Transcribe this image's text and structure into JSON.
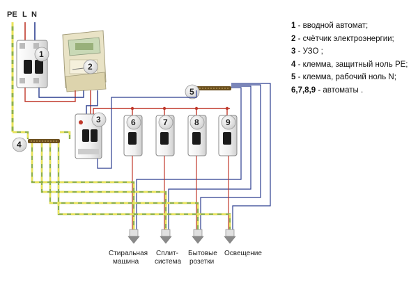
{
  "wires": {
    "pe": "PE",
    "l": "L",
    "n": "N"
  },
  "components": {
    "c1": "1",
    "c2": "2",
    "c3": "3",
    "c4": "4",
    "c5": "5",
    "c6": "6",
    "c7": "7",
    "c8": "8",
    "c9": "9"
  },
  "outputs": [
    {
      "line1": "Стиральная",
      "line2": "машина"
    },
    {
      "line1": "Сплит-",
      "line2": "система"
    },
    {
      "line1": "Бытовые",
      "line2": "розетки"
    },
    {
      "line1": "Освещение",
      "line2": ""
    }
  ],
  "legend": [
    {
      "key": "1",
      "text": " - вводной автомат;"
    },
    {
      "key": "2",
      "text": " - счётчик электроэнергии;"
    },
    {
      "key": "3",
      "text": " - УЗО ;"
    },
    {
      "key": "4",
      "text": " - клемма, защитный ноль PE;"
    },
    {
      "key": "5",
      "text": " - клемма, рабочий ноль N;"
    },
    {
      "key": "6,7,8,9",
      "text": " - автоматы ."
    }
  ],
  "colors": {
    "phase": "#c0392b",
    "neutral": "#2c3e8f",
    "pe_yellow": "#e9e35a",
    "pe_green": "#8fb04a",
    "body": "#f2f2f2",
    "meter": "#e9e3c6",
    "terminal_bar": "#6b4f1e"
  }
}
